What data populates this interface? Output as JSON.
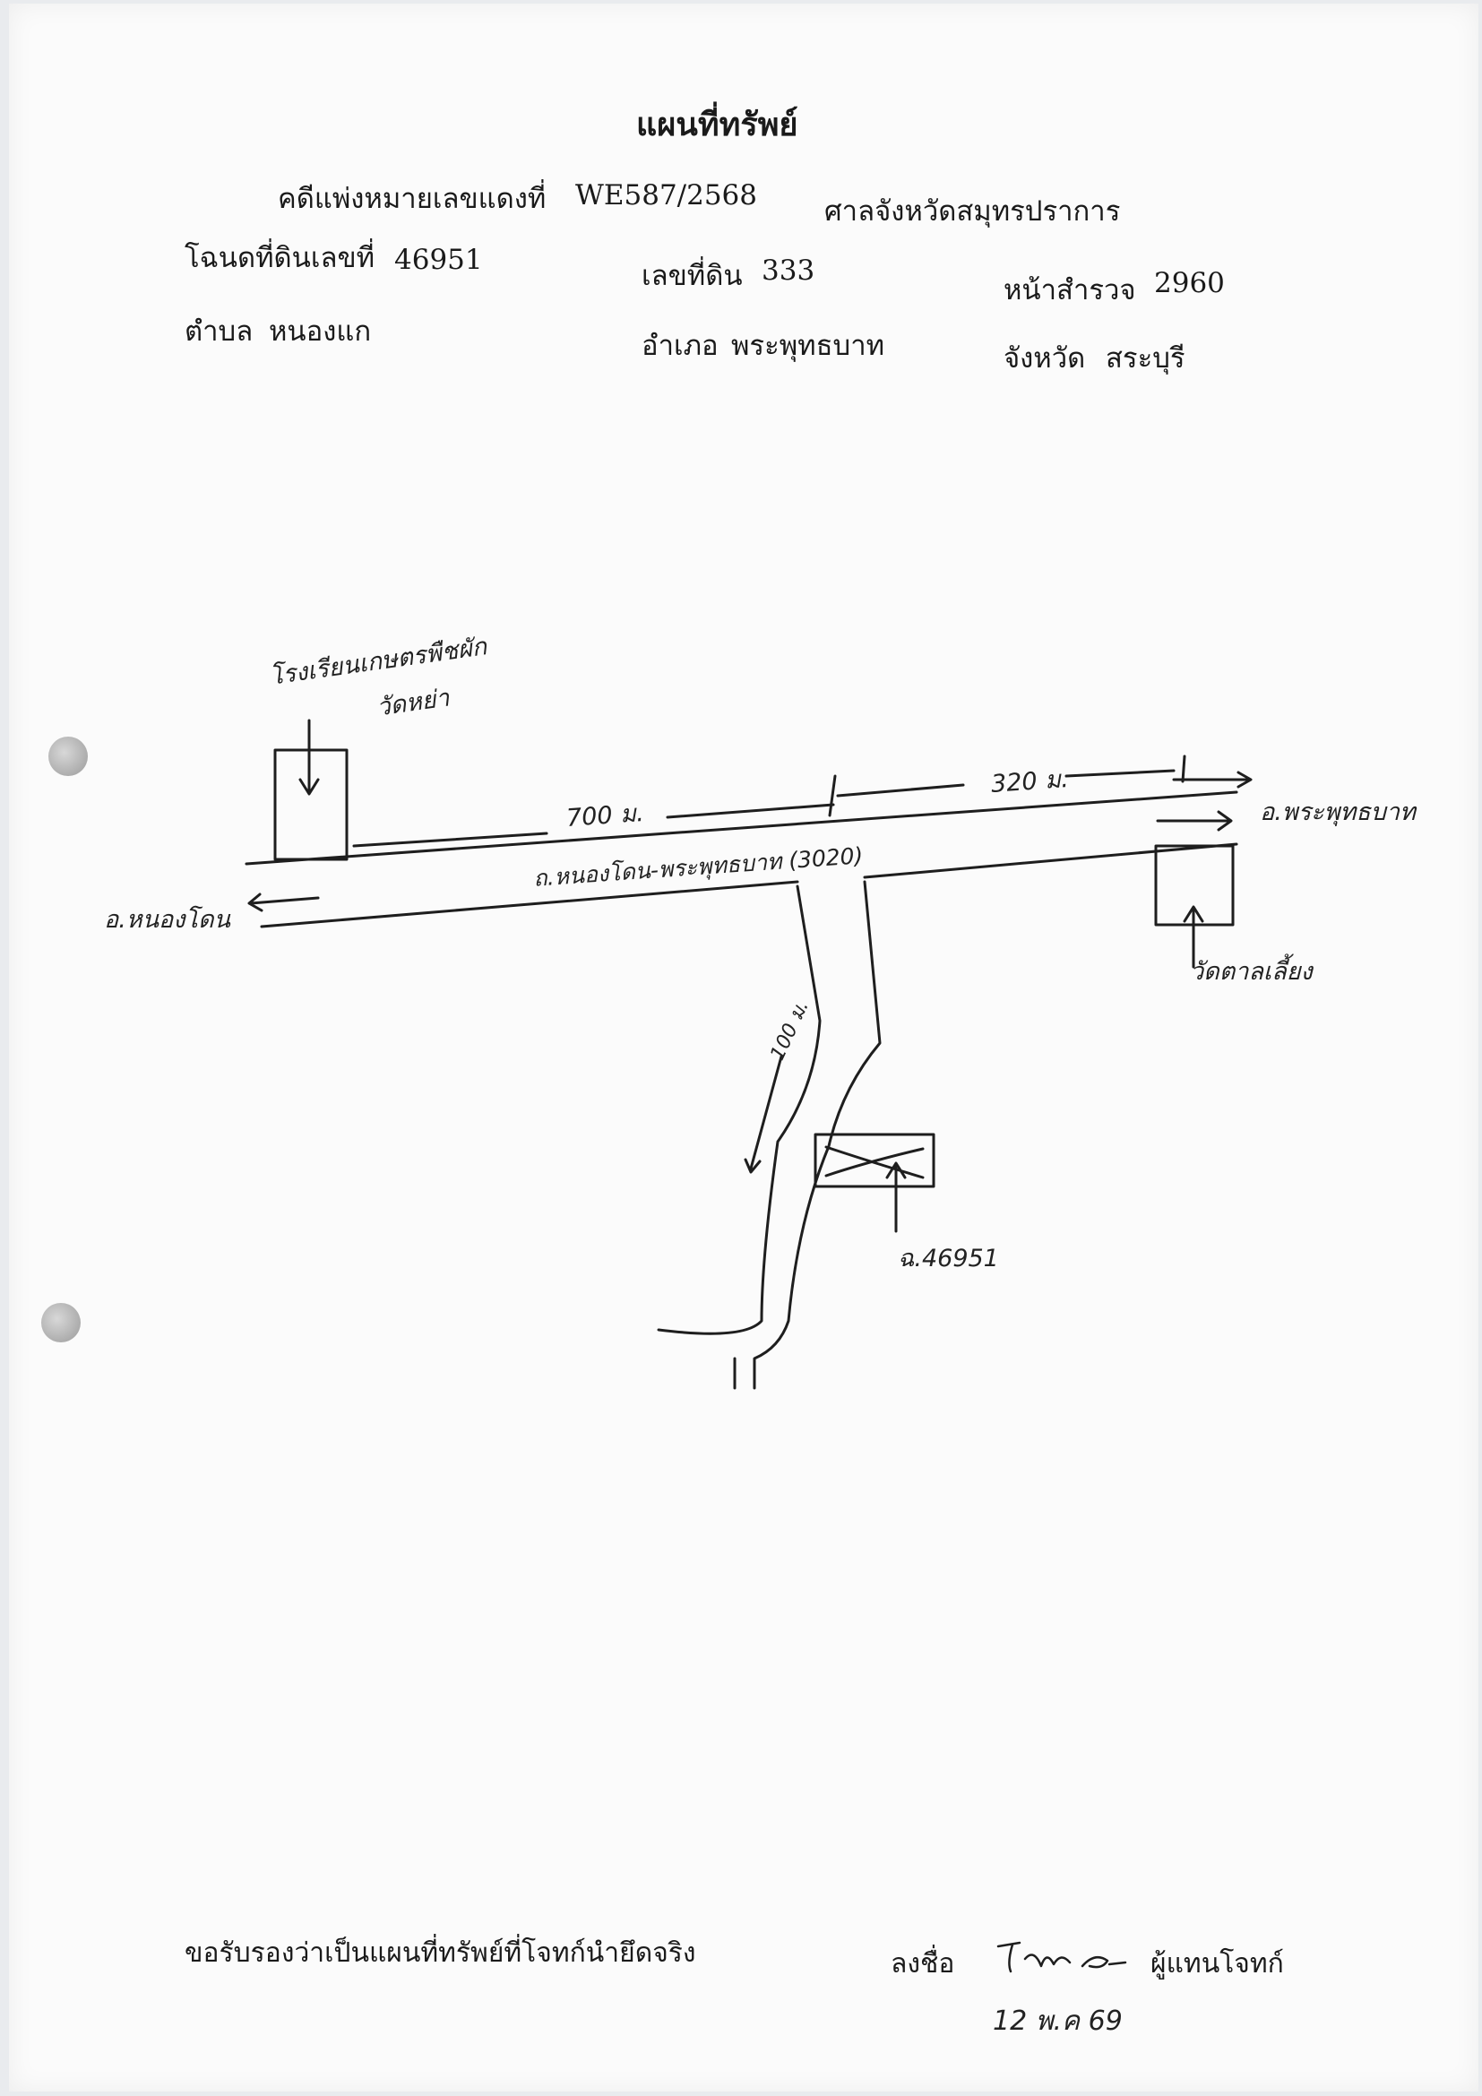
{
  "header": {
    "title": "แผนที่ทรัพย์",
    "case_label": "คดีแพ่งหมายเลขแดงที่",
    "case_no": "WE587/2568",
    "court": "ศาลจังหวัดสมุทรปราการ",
    "deed_label": "โฉนดที่ดินเลขที่",
    "deed_no": "46951",
    "land_no_label": "เลขที่ดิน",
    "land_no": "333",
    "survey_label": "หน้าสำรวจ",
    "survey_no": "2960",
    "subdistrict_label": "ตำบล",
    "subdistrict": "หนองแก",
    "district_label": "อำเภอ",
    "district": "พระพุทธบาท",
    "province_label": "จังหวัด",
    "province": "สระบุรี"
  },
  "map": {
    "school_label_line1": "โรงเรียนเกษตรพืชผัก",
    "school_label_line2": "วัดหย่า",
    "dist_left": "700 ม.",
    "dist_right": "320 ม.",
    "road_label": "ถ.หนองโดน-พระพุทธบาท (3020)",
    "left_dest": "อ.หนองโดน",
    "right_dest": "อ.พระพุทธบาท",
    "temple_label": "วัดตาลเลี้ยง",
    "lane_dist": "100 ม.",
    "parcel_label": "ฉ.46951"
  },
  "footer": {
    "certify_text": "ขอรับรองว่าเป็นแผนที่ทรัพย์ที่โจทก์นำยึดจริง",
    "sign_label": "ลงชื่อ",
    "signer_role": "ผู้แทนโจทก์",
    "date_written": "12 พ.ค 69"
  }
}
